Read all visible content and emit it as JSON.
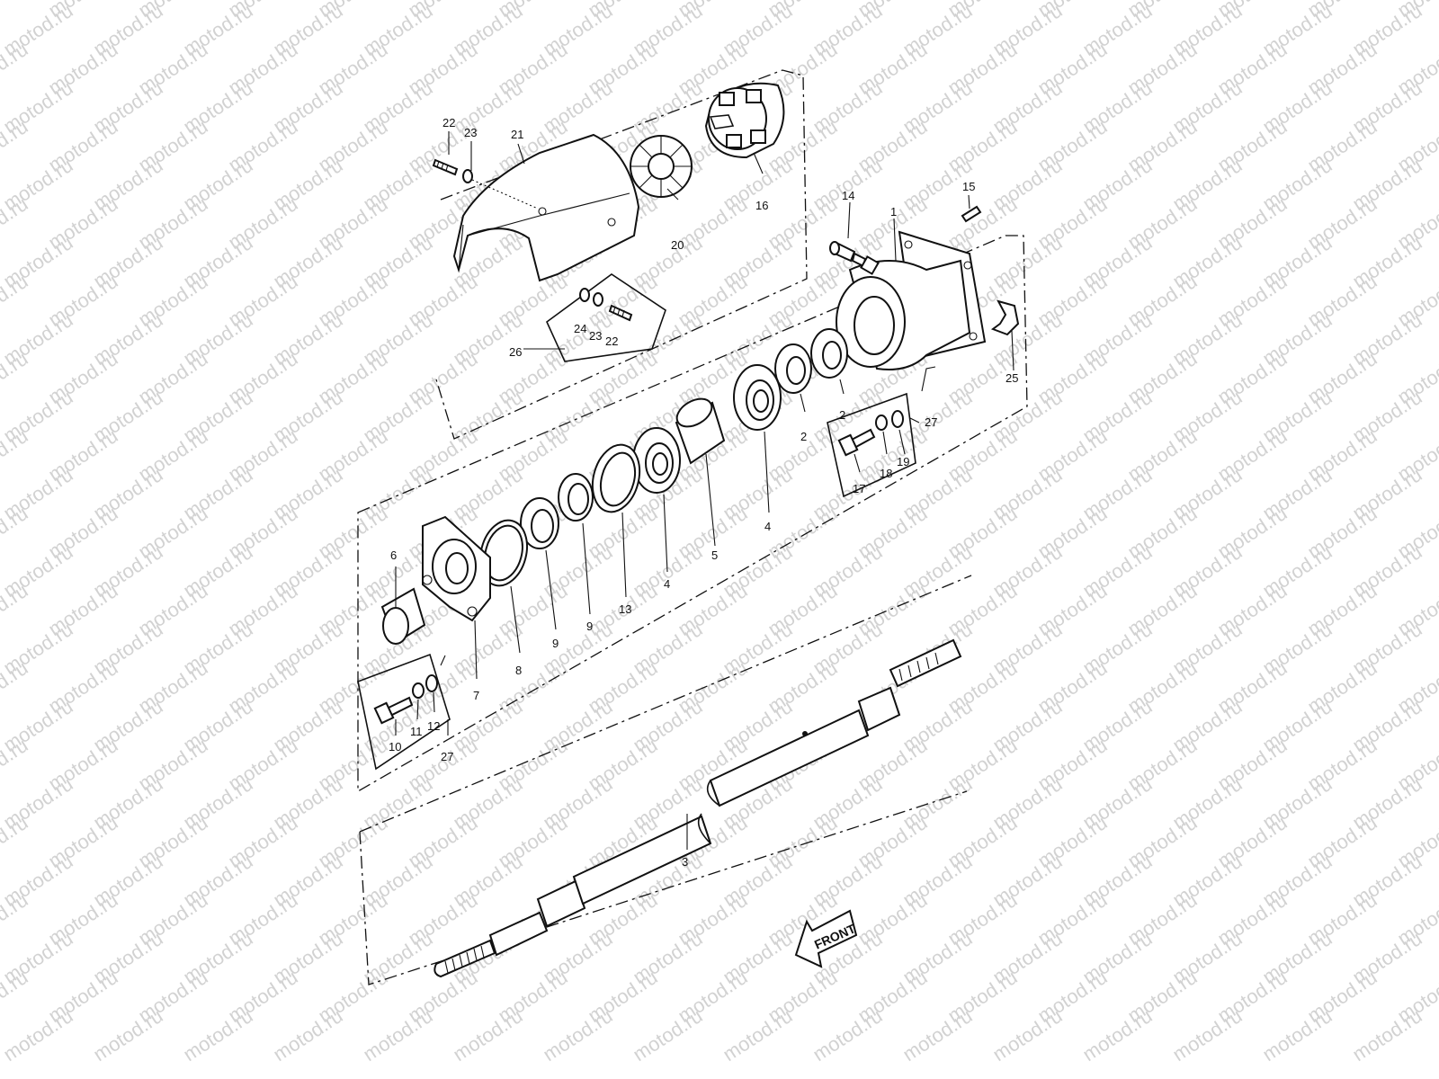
{
  "watermark": {
    "text": "motod.ru"
  },
  "callouts": [
    {
      "id": "c22a",
      "text": "22"
    },
    {
      "id": "c23a",
      "text": "23"
    },
    {
      "id": "c21",
      "text": "21"
    },
    {
      "id": "c20",
      "text": "20"
    },
    {
      "id": "c16",
      "text": "16"
    },
    {
      "id": "c24",
      "text": "24"
    },
    {
      "id": "c23b",
      "text": "23"
    },
    {
      "id": "c22b",
      "text": "22"
    },
    {
      "id": "c26",
      "text": "26"
    },
    {
      "id": "c14",
      "text": "14"
    },
    {
      "id": "c1",
      "text": "1"
    },
    {
      "id": "c15",
      "text": "15"
    },
    {
      "id": "c25",
      "text": "25"
    },
    {
      "id": "c2a",
      "text": "2"
    },
    {
      "id": "c2b",
      "text": "2"
    },
    {
      "id": "c27a",
      "text": "27"
    },
    {
      "id": "c17",
      "text": "17"
    },
    {
      "id": "c18",
      "text": "18"
    },
    {
      "id": "c19",
      "text": "19"
    },
    {
      "id": "c4a",
      "text": "4"
    },
    {
      "id": "c5",
      "text": "5"
    },
    {
      "id": "c4b",
      "text": "4"
    },
    {
      "id": "c13",
      "text": "13"
    },
    {
      "id": "c9a",
      "text": "9"
    },
    {
      "id": "c9b",
      "text": "9"
    },
    {
      "id": "c8",
      "text": "8"
    },
    {
      "id": "c6",
      "text": "6"
    },
    {
      "id": "c7",
      "text": "7"
    },
    {
      "id": "c10",
      "text": "10"
    },
    {
      "id": "c11",
      "text": "11"
    },
    {
      "id": "c12",
      "text": "12"
    },
    {
      "id": "c27b",
      "text": "27"
    },
    {
      "id": "c3",
      "text": "3"
    }
  ],
  "front_arrow": {
    "text": "FRONT"
  }
}
